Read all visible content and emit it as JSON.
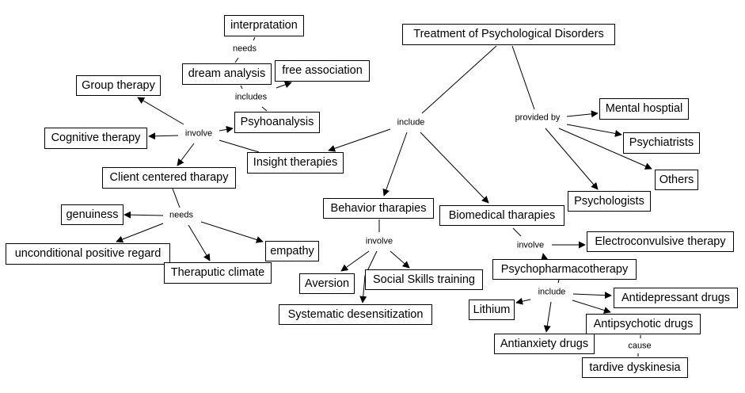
{
  "diagram": {
    "type": "concept-map",
    "root": "Treatment of Psychological Disorders",
    "nodes": {
      "treatment": "Treatment of Psychological Disorders",
      "insight": "Insight therapies",
      "behavior": "Behavior tharapies",
      "biomedical": "Biomedical tharapies",
      "mental_hospital": "Mental hosptial",
      "psychiatrists": "Psychiatrists",
      "others": "Others",
      "psychologists": "Psychologists",
      "group": "Group therapy",
      "cognitive": "Cognitive therapy",
      "psychoanalysis": "Psyhoanalysis",
      "client_centered": "Client centered tharapy",
      "dream": "dream analysis",
      "free_assoc": "free association",
      "interpretation": "interpratation",
      "genuiness": "genuiness",
      "upr": "unconditional positive regard",
      "climate": "Theraputic climate",
      "empathy": "empathy",
      "aversion": "Aversion",
      "social": "Social Skills training",
      "systematic": "Systematic desensitization",
      "ect": "Electroconvulsive therapy",
      "psychopharm": "Psychopharmacotherapy",
      "lithium": "Lithium",
      "antidepressant": "Antidepressant drugs",
      "antipsychotic": "Antipsychotic drugs",
      "antianxiety": "Antianxiety drugs",
      "tardive": "tardive dyskinesia"
    },
    "link_labels": {
      "include_main": "include",
      "provided_by": "provided by",
      "involve_insight": "involve",
      "includes_psycho": "includes",
      "needs_dream": "needs",
      "needs_client": "needs",
      "involve_behavior": "involve",
      "involve_biomedical": "involve",
      "include_drugs": "include",
      "cause": "cause"
    },
    "links": [
      {
        "from": "treatment",
        "label": "include_main",
        "to": [
          "insight",
          "behavior",
          "biomedical"
        ]
      },
      {
        "from": "treatment",
        "label": "provided_by",
        "to": [
          "mental_hospital",
          "psychiatrists",
          "others",
          "psychologists"
        ]
      },
      {
        "from": "insight",
        "label": "involve_insight",
        "to": [
          "group",
          "cognitive",
          "psychoanalysis",
          "client_centered"
        ]
      },
      {
        "from": "psychoanalysis",
        "label": "includes_psycho",
        "to": [
          "dream",
          "free_assoc"
        ]
      },
      {
        "from": "dream",
        "label": "needs_dream",
        "to": [
          "interpretation"
        ]
      },
      {
        "from": "client_centered",
        "label": "needs_client",
        "to": [
          "genuiness",
          "upr",
          "climate",
          "empathy"
        ]
      },
      {
        "from": "behavior",
        "label": "involve_behavior",
        "to": [
          "aversion",
          "social",
          "systematic"
        ]
      },
      {
        "from": "biomedical",
        "label": "involve_biomedical",
        "to": [
          "ect",
          "psychopharm"
        ]
      },
      {
        "from": "psychopharm",
        "label": "include_drugs",
        "to": [
          "lithium",
          "antidepressant",
          "antipsychotic",
          "antianxiety"
        ]
      },
      {
        "from": "antipsychotic",
        "label": "cause",
        "to": [
          "tardive"
        ]
      }
    ]
  }
}
